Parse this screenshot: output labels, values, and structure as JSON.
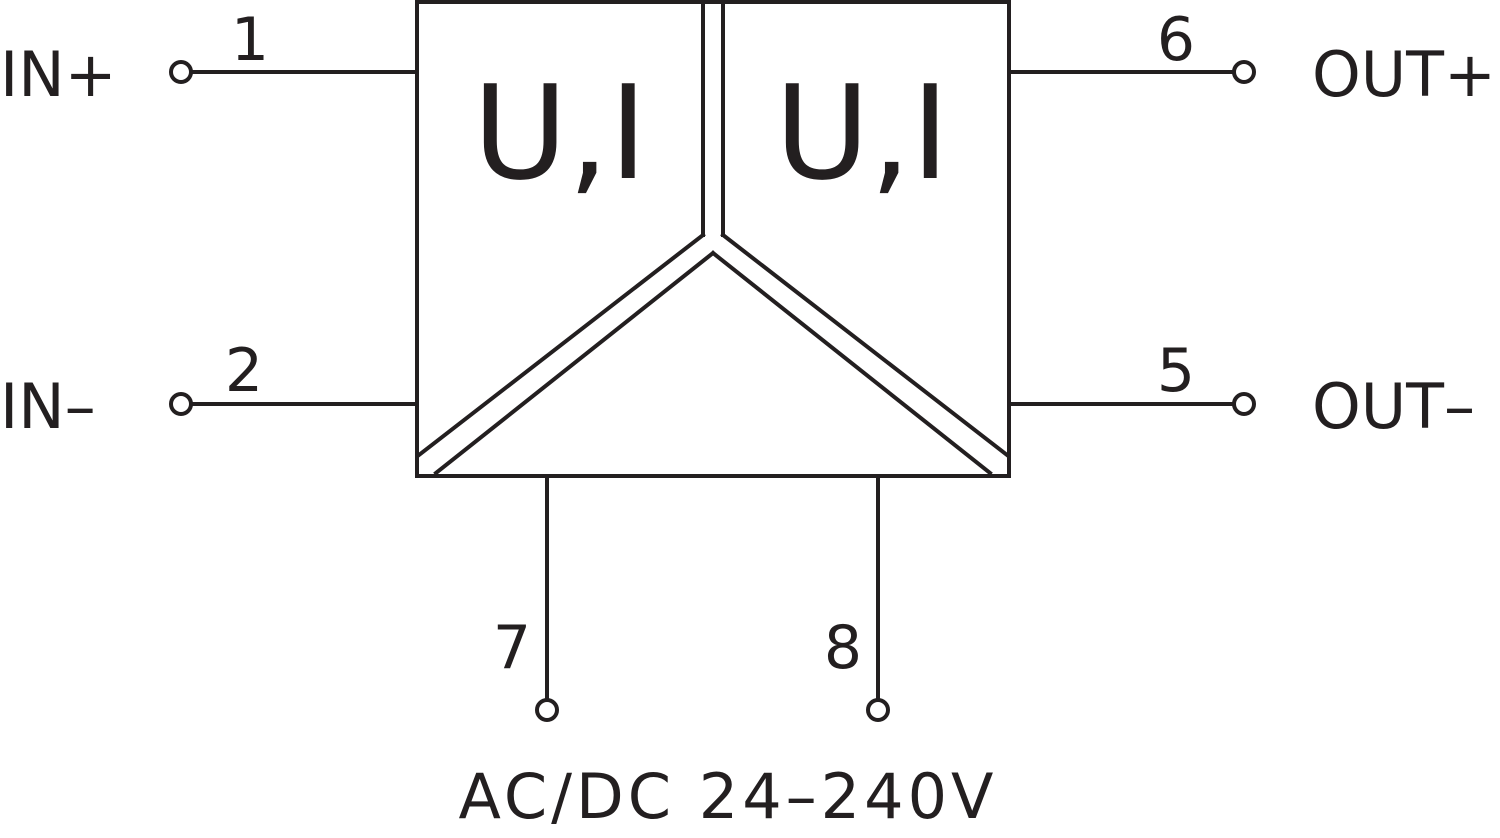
{
  "diagram": {
    "ports": {
      "in_plus": "IN+",
      "in_minus": "IN–",
      "out_plus": "OUT+",
      "out_minus": "OUT–"
    },
    "pins": {
      "p1": "1",
      "p2": "2",
      "p5": "5",
      "p6": "6",
      "p7": "7",
      "p8": "8"
    },
    "blocks": {
      "input_function": "U,I",
      "output_function": "U,I"
    },
    "supply": "AC/DC 24–240V",
    "colors": {
      "line": "#231f20",
      "background": "#ffffff"
    }
  }
}
